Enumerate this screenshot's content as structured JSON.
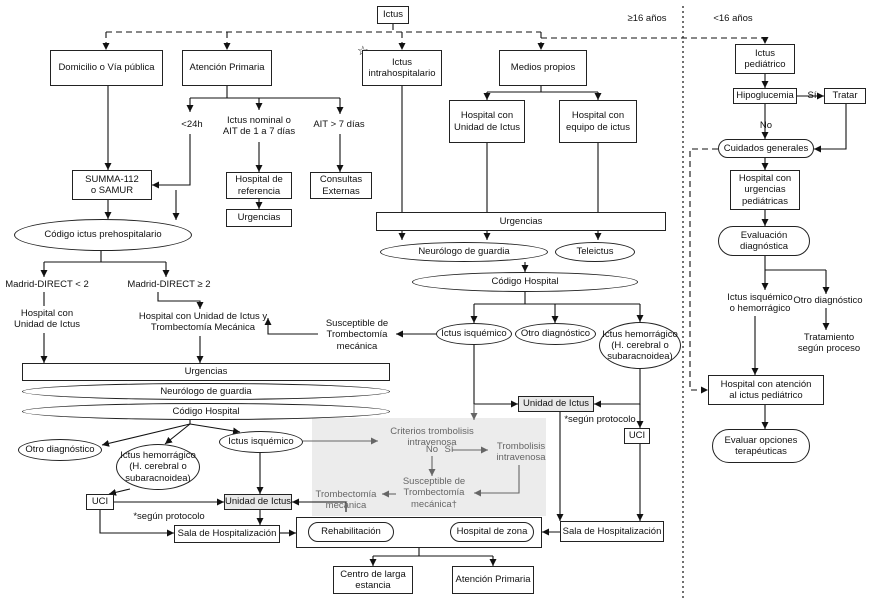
{
  "header": {
    "left_label": "≥16 años",
    "right_label": "<16 años"
  },
  "adult": {
    "ictus": "Ictus",
    "domicilio": "Domicilio o Vía pública",
    "atencion_primaria": "Atención Primaria",
    "ictus_intrahospitalario": "Ictus\nintrahospitalario",
    "medios_propios": "Medios propios",
    "lt24h": "<24h",
    "ictus_nominal": "Ictus nominal o\nAIT de 1 a 7 días",
    "ait_gt7": "AIT > 7 días",
    "summa": "SUMMA-112\no SAMUR",
    "hospital_referencia": "Hospital de\nreferencia",
    "urgencias_small": "Urgencias",
    "consultas_externas": "Consultas\nExternas",
    "codigo_ictus_pre": "Código ictus prehospitalario",
    "madrid_lt2": "Madrid-DIRECT < 2",
    "madrid_ge2": "Madrid-DIRECT ≥ 2",
    "hospital_ui": "Hospital con\nUnidad de Ictus",
    "hospital_ui_tm": "Hospital con Unidad de Ictus y\nTrombectomía Mecánica",
    "susceptible_tm_right": "Susceptible de\nTrombectomía\nmecánica",
    "urgencias_left": "Urgencias",
    "neurologo_left": "Neurólogo de guardia",
    "codigo_hospital_left": "Código Hospital",
    "otro_dx_left": "Otro diagnóstico",
    "ictus_hem_left": "Ictus hemorrágico\n(H. cerebral o\nsubaracnoidea)",
    "ictus_isq_left": "Ictus isquémico",
    "uci_left": "UCI",
    "unidad_ictus_left": "Unidad de Ictus",
    "segun_protocolo_left": "*según protocolo",
    "sala_hosp_left": "Sala de Hospitalización",
    "criterios": "Criterios trombolisis\nintravenosa",
    "no": "No",
    "si": "Sí",
    "trombolisis_iv": "Trombolisis\nintravenosa",
    "susceptible_tm_dagger": "Susceptible de\nTrombectomía\nmecánica†",
    "trombectomia_mec": "Trombectomía\nmecánica",
    "rehabilitacion": "Rehabilitación",
    "hospital_zona": "Hospital de zona",
    "centro_larga": "Centro de larga\nestancia",
    "atencion_primaria_bottom": "Atención Primaria",
    "hospital_ui_right": "Hospital con\nUnidad de Ictus",
    "hospital_equipo": "Hospital con\nequipo de ictus",
    "urgencias_right": "Urgencias",
    "neurologo_right": "Neurólogo de guardia",
    "teleictus": "Teleictus",
    "codigo_hospital_right": "Código Hospital",
    "ictus_isq_right": "Ictus isquémico",
    "otro_dx_right": "Otro diagnóstico",
    "ictus_hem_right": "Ictus hemorrágico\n(H. cerebral o\nsubaracnoidea)",
    "unidad_ictus_right": "Unidad de Ictus",
    "segun_protocolo_right": "*según protocolo",
    "uci_right": "UCI",
    "sala_hosp_right": "Sala de Hospitalización"
  },
  "pediatric": {
    "ictus_pediatrico": "Ictus\npediátrico",
    "hipoglucemia": "Hipoglucemia",
    "si": "Sí",
    "tratar": "Tratar",
    "no": "No",
    "cuidados": "Cuidados generales",
    "hospital_urgencias": "Hospital con\nurgencias\npediátricas",
    "evaluacion": "Evaluación\ndiagnóstica",
    "ictus_isq_hem": "Ictus isquémico\no hemorrágico",
    "otro_dx": "Otro diagnóstico",
    "tratamiento": "Tratamiento\nsegún proceso",
    "hospital_atencion": "Hospital con atención\nal ictus pediátrico",
    "evaluar": "Evaluar opciones\nterapéuticas"
  }
}
